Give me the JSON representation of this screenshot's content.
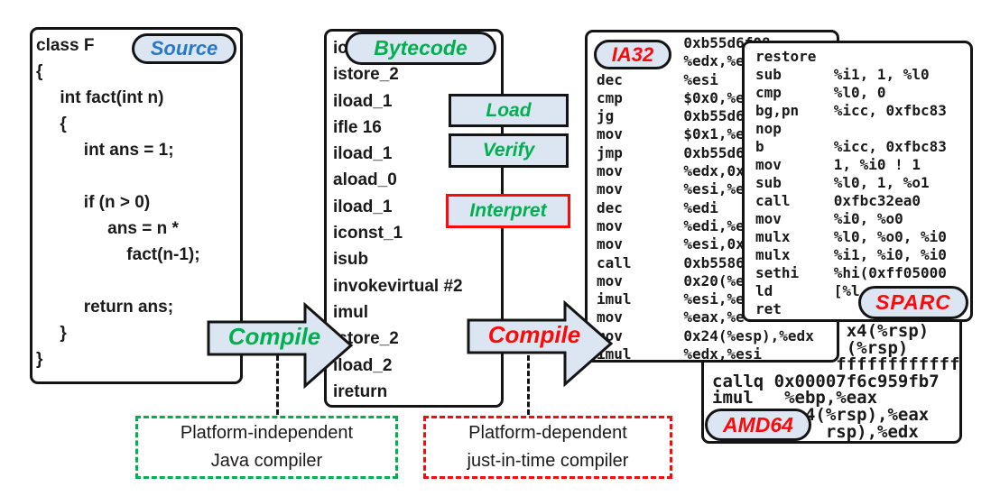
{
  "badges": {
    "source": "Source",
    "bytecode": "Bytecode",
    "ia32": "IA32",
    "sparc": "SPARC",
    "amd64": "AMD64"
  },
  "process_steps": {
    "load": "Load",
    "verify": "Verify",
    "interpret": "Interpret"
  },
  "arrows": {
    "compile1": "Compile",
    "compile2": "Compile"
  },
  "notes": {
    "independent": {
      "line1": "Platform-independent",
      "line2": "Java compiler"
    },
    "dependent": {
      "line1": "Platform-dependent",
      "line2": "just-in-time compiler"
    }
  },
  "panels": {
    "source": {
      "lines": [
        "class F",
        "{",
        "     int fact(int n)",
        "     {",
        "          int ans = 1;",
        "",
        "          if (n > 0)",
        "               ans = n *",
        "                   fact(n-1);",
        "",
        "          return ans;",
        "     }",
        "}"
      ]
    },
    "bytecode": {
      "lines": [
        "iconst_1",
        "istore_2",
        "iload_1",
        "ifle 16",
        "iload_1",
        "aload_0",
        "iload_1",
        "iconst_1",
        "isub",
        "invokevirtual #2",
        "imul",
        "istore_2",
        "iload_2",
        "ireturn"
      ]
    },
    "ia32": {
      "lines": [
        "          0xb55d6f08",
        "          %edx,%e",
        "dec       %esi",
        "cmp       $0x0,%e",
        "jg        0xb55d6",
        "mov       $0x1,%e",
        "jmp       0xb55d6",
        "mov       %edx,0x",
        "mov       %esi,%e",
        "dec       %edi",
        "mov       %edi,%e",
        "mov       %esi,0x",
        "call      0xb5586",
        "mov       0x20(%e",
        "imul      %esi,%e",
        "mov       %eax,%e",
        "mov       0x24(%esp),%edx",
        "imul      %edx,%esi"
      ]
    },
    "sparc": {
      "lines": [
        "restore",
        "sub      %i1, 1, %l0",
        "cmp      %l0, 0",
        "bg,pn    %icc, 0xfbc83",
        "nop",
        "b        %icc, 0xfbc83",
        "mov      1, %i0 ! 1",
        "sub      %l0, 1, %o1",
        "call     0xfbc32ea0",
        "mov      %i0, %o0",
        "mulx     %l0, %o0, %i0",
        "mulx     %i1, %i0, %i0",
        "sethi    %hi(0xff05000",
        "ld       [%l",
        "ret"
      ]
    },
    "amd64": {
      "lines": [
        "             x4(%rsp)",
        "             (%rsp)",
        "            ffffffffffff",
        "callq 0x00007f6c959fb7",
        "imul   %ebp,%eax",
        "         4(%rsp),%eax",
        "           rsp),%edx"
      ]
    }
  },
  "colors": {
    "accent_blue": "#2878c8",
    "accent_green": "#00b050",
    "accent_red": "#fb0a0a",
    "badge_fill": "#dce6f2",
    "panel_border": "#141414"
  }
}
